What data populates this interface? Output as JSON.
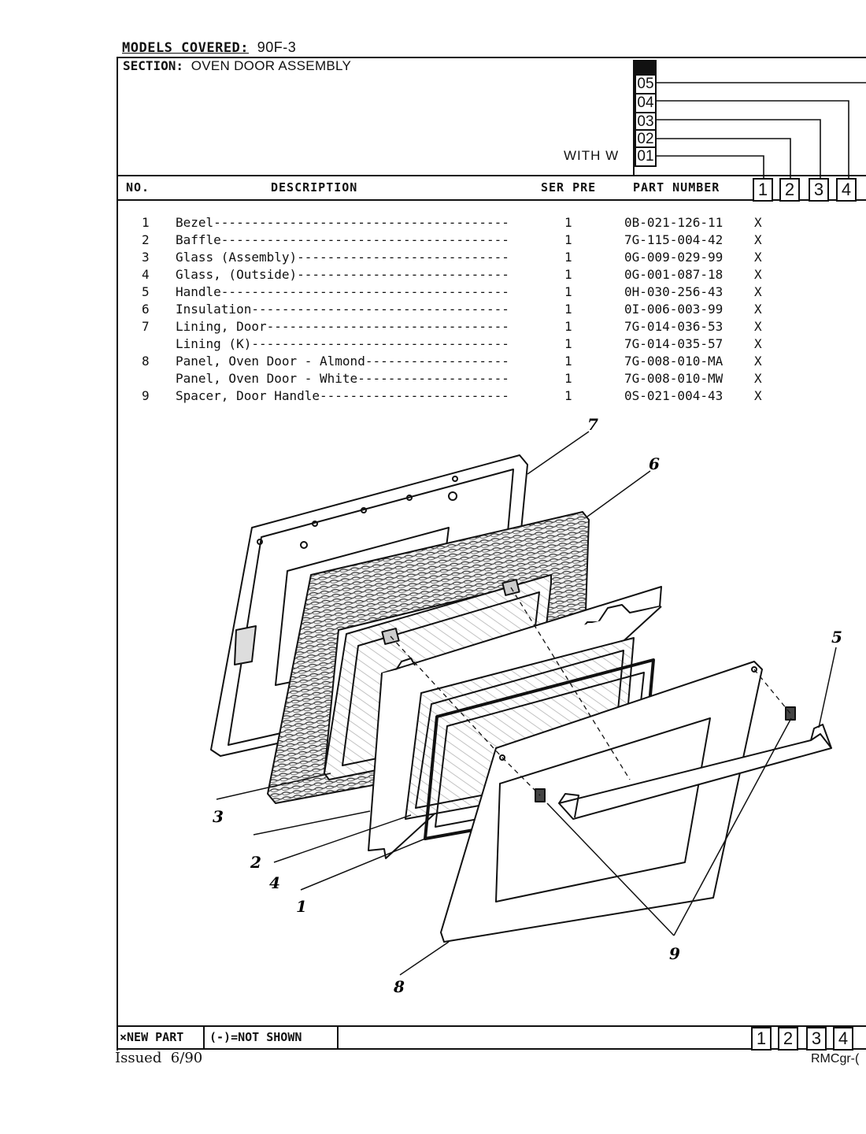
{
  "header": {
    "models_label": "MODELS COVERED:",
    "models_value": "90F-3",
    "section_label": "SECTION:",
    "section_value": "OVEN DOOR ASSEMBLY",
    "with_label": "WITH W",
    "codes": [
      "05",
      "04",
      "03",
      "02",
      "01"
    ],
    "col_no": "NO.",
    "col_description": "DESCRIPTION",
    "col_ser_pre": "SER PRE",
    "col_part_number": "PART NUMBER",
    "col_models": [
      "1",
      "2",
      "3",
      "4"
    ]
  },
  "parts": [
    {
      "no": "1",
      "description": "Bezel---------------------------------------",
      "qty": "1",
      "part_number": "0B-021-126-11",
      "mark": "X"
    },
    {
      "no": "2",
      "description": "Baffle--------------------------------------",
      "qty": "1",
      "part_number": "7G-115-004-42",
      "mark": "X"
    },
    {
      "no": "3",
      "description": "Glass (Assembly)----------------------------",
      "qty": "1",
      "part_number": "0G-009-029-99",
      "mark": "X"
    },
    {
      "no": "4",
      "description": "Glass, (Outside)----------------------------",
      "qty": "1",
      "part_number": "0G-001-087-18",
      "mark": "X"
    },
    {
      "no": "5",
      "description": "Handle--------------------------------------",
      "qty": "1",
      "part_number": "0H-030-256-43",
      "mark": "X"
    },
    {
      "no": "6",
      "description": "Insulation----------------------------------",
      "qty": "1",
      "part_number": "0I-006-003-99",
      "mark": "X"
    },
    {
      "no": "7",
      "description": "Lining, Door--------------------------------",
      "qty": "1",
      "part_number": "7G-014-036-53",
      "mark": "X"
    },
    {
      "no": "",
      "description": "Lining (K)----------------------------------",
      "qty": "1",
      "part_number": "7G-014-035-57",
      "mark": "X"
    },
    {
      "no": "8",
      "description": "Panel, Oven Door - Almond-------------------",
      "qty": "1",
      "part_number": "7G-008-010-MA",
      "mark": "X"
    },
    {
      "no": "",
      "description": "Panel, Oven Door - White--------------------",
      "qty": "1",
      "part_number": "7G-008-010-MW",
      "mark": "X"
    },
    {
      "no": "9",
      "description": "Spacer, Door Handle-------------------------",
      "qty": "1",
      "part_number": "0S-021-004-43",
      "mark": "X"
    }
  ],
  "diagram": {
    "callouts": [
      "7",
      "6",
      "5",
      "3",
      "2",
      "4",
      "1",
      "9",
      "8"
    ]
  },
  "footer": {
    "new_part": "×NEW PART",
    "not_shown": "(-)=NOT SHOWN",
    "models": [
      "1",
      "2",
      "3",
      "4"
    ],
    "issued": "Issued  6/90",
    "page_ref": "RMCgr-("
  }
}
